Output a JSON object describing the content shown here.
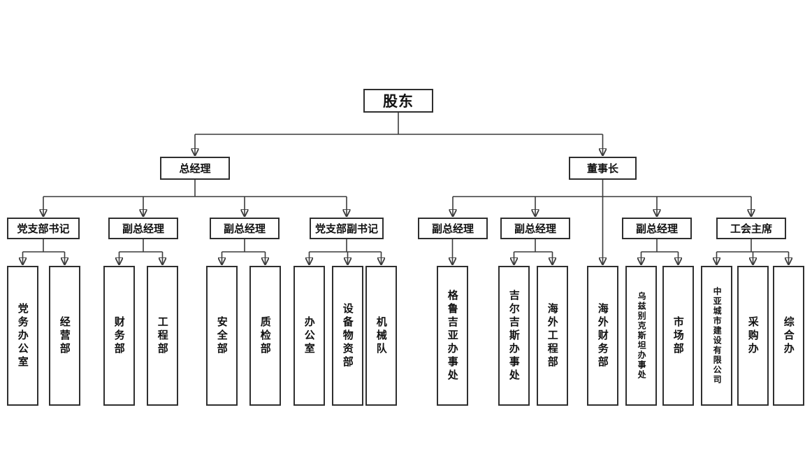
{
  "diagram": {
    "type": "org-chart",
    "background": "#ffffff",
    "box_border_color": "#2f2f2f",
    "line_color": "#3a3a3a"
  },
  "nodes": {
    "shareholders": "股东",
    "general_manager": "总经理",
    "chairman": "董事长",
    "party_branch_secretary": "党支部书记",
    "deputy_gm_left_1": "副总经理",
    "deputy_gm_left_2": "副总经理",
    "party_branch_deputy_secretary": "党支部副书记",
    "deputy_gm_right_1": "副总经理",
    "deputy_gm_right_2": "副总经理",
    "deputy_gm_right_3": "副总经理",
    "union_chairman": "工会主席",
    "party_affairs_office": "党务办公室",
    "operations_dept": "经营部",
    "finance_dept": "财务部",
    "engineering_dept": "工程部",
    "safety_dept": "安全部",
    "quality_inspection_dept": "质检部",
    "office": "办公室",
    "equipment_materials_dept": "设备物资部",
    "machinery_team": "机械队",
    "georgia_office": "格鲁吉亚办事处",
    "kyrgyzstan_office": "吉尔吉斯办事处",
    "overseas_engineering_dept": "海外工程部",
    "overseas_finance_dept": "海外财务部",
    "uzbekistan_office": "乌兹别克斯坦办事处",
    "marketing_dept": "市场部",
    "central_asia_company": "中亚城市建设有限公司",
    "procurement_office": "采购办",
    "general_office": "综合办"
  }
}
